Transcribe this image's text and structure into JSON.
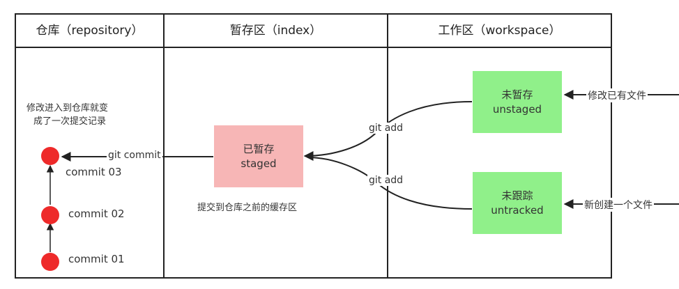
{
  "headers": {
    "repository": "仓库（repository）",
    "index": "暂存区（index）",
    "workspace": "工作区（workspace）"
  },
  "repository": {
    "note_line1": "修改进入到仓库就变",
    "note_line2": "成了一次提交记录",
    "commits": [
      "commit 03",
      "commit 02",
      "commit 01"
    ]
  },
  "index": {
    "staged_line1": "已暂存",
    "staged_line2": "staged",
    "note": "提交到仓库之前的缓存区"
  },
  "workspace": {
    "unstaged_line1": "未暂存",
    "unstaged_line2": "unstaged",
    "untracked_line1": "未跟踪",
    "untracked_line2": "untracked",
    "modify_label": "修改已有文件",
    "new_file_label": "新创建一个文件"
  },
  "edges": {
    "git_commit": "git commit",
    "git_add_1": "git add",
    "git_add_2": "git add"
  },
  "colors": {
    "staged_fill": "#f7b6b6",
    "workspace_fill": "#90f08a",
    "commit_dot": "#ee2a2a",
    "line": "#222222"
  }
}
